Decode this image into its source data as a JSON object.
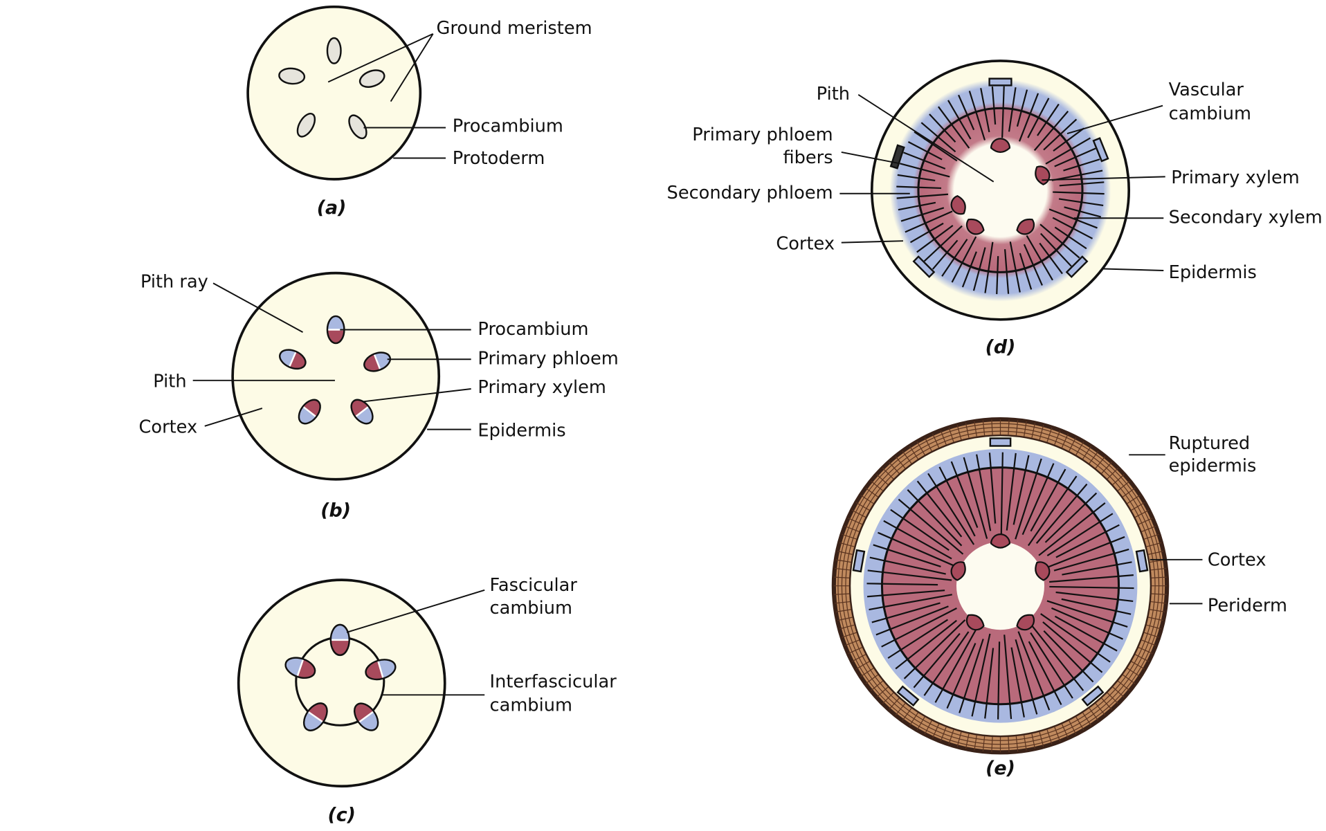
{
  "colors": {
    "ground_tissue": "#fdfbe6",
    "procambium": "#e6e4dc",
    "phloem": "#a9b8e0",
    "xylem": "#b96a7b",
    "primary_xylem": "#a84a5c",
    "periderm": "#c08a5e",
    "outline": "#111111"
  },
  "panels": {
    "a": {
      "caption": "(a)",
      "labels": {
        "ground_meristem": "Ground meristem",
        "procambium": "Procambium",
        "protoderm": "Protoderm"
      }
    },
    "b": {
      "caption": "(b)",
      "labels": {
        "pith_ray": "Pith ray",
        "pith": "Pith",
        "cortex": "Cortex",
        "procambium": "Procambium",
        "primary_phloem": "Primary phloem",
        "primary_xylem": "Primary xylem",
        "epidermis": "Epidermis"
      }
    },
    "c": {
      "caption": "(c)",
      "labels": {
        "fascicular_1": "Fascicular",
        "fascicular_2": "cambium",
        "interfascicular_1": "Interfascicular",
        "interfascicular_2": "cambium"
      }
    },
    "d": {
      "caption": "(d)",
      "labels": {
        "pith": "Pith",
        "ppf_1": "Primary phloem",
        "ppf_2": "fibers",
        "secondary_phloem": "Secondary phloem",
        "cortex": "Cortex",
        "vc_1": "Vascular",
        "vc_2": "cambium",
        "primary_xylem": "Primary xylem",
        "secondary_xylem": "Secondary xylem",
        "epidermis": "Epidermis"
      }
    },
    "e": {
      "caption": "(e)",
      "labels": {
        "re_1": "Ruptured",
        "re_2": "epidermis",
        "cortex": "Cortex",
        "periderm": "Periderm"
      }
    }
  }
}
